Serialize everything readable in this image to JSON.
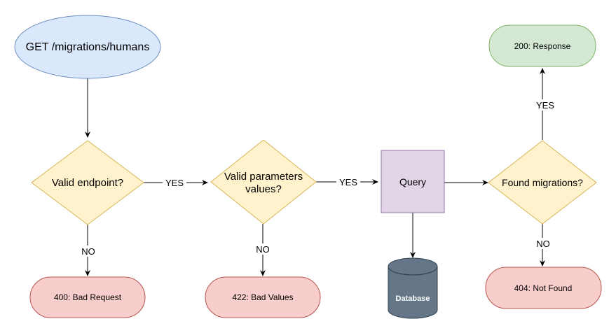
{
  "diagram": {
    "nodes": {
      "start": {
        "label": "GET /migrations/humans",
        "fill": "#dae8fc",
        "stroke": "#6c8ebf"
      },
      "valid_endpoint": {
        "label": "Valid endpoint?",
        "fill": "#fff2cc",
        "stroke": "#d6b656"
      },
      "valid_params_line1": {
        "label": "Valid parameters"
      },
      "valid_params_line2": {
        "label": "values?"
      },
      "query": {
        "label": "Query",
        "fill": "#e1d5e7",
        "stroke": "#9673a6"
      },
      "found_migrations": {
        "label": "Found migrations?",
        "fill": "#fff2cc",
        "stroke": "#d6b656"
      },
      "database": {
        "label": "Database",
        "fill": "#647687",
        "stroke": "#314354"
      },
      "bad_request": {
        "label": "400: Bad Request",
        "fill": "#f8cecc",
        "stroke": "#b85450"
      },
      "bad_values": {
        "label": "422: Bad Values",
        "fill": "#f8cecc",
        "stroke": "#b85450"
      },
      "not_found": {
        "label": "404: Not Found",
        "fill": "#f8cecc",
        "stroke": "#b85450"
      },
      "response": {
        "label": "200: Response",
        "fill": "#d5e8d4",
        "stroke": "#82b366"
      }
    },
    "edges": {
      "endpoint_yes": "YES",
      "endpoint_no": "NO",
      "params_yes": "YES",
      "params_no": "NO",
      "found_yes": "YES",
      "found_no": "NO"
    }
  }
}
